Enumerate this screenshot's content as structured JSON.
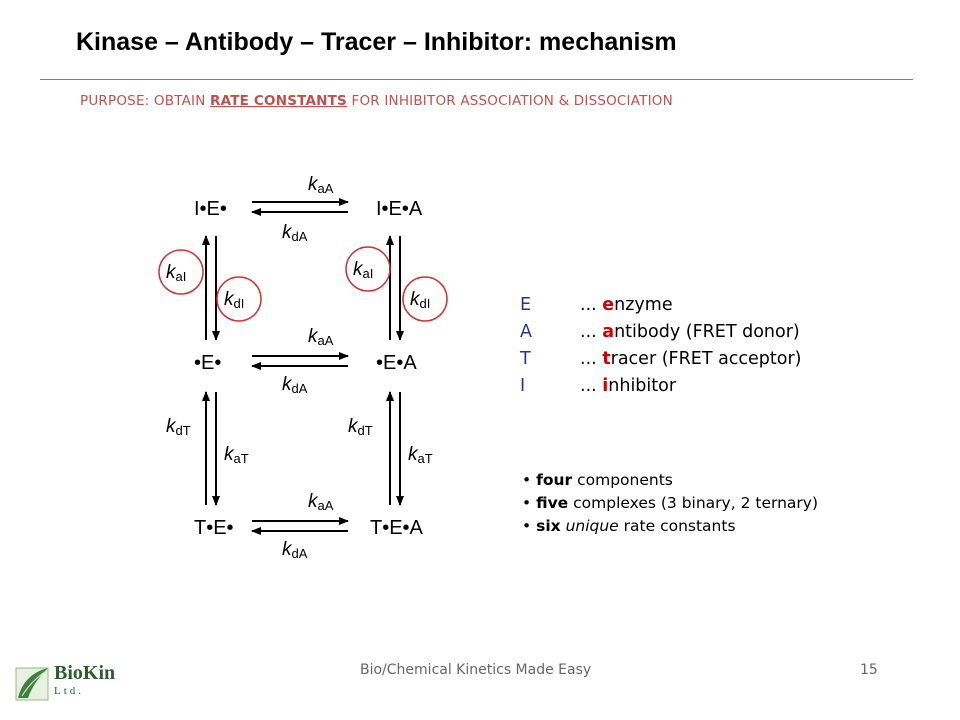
{
  "title": "Kinase – Antibody – Tracer – Inhibitor: mechanism",
  "purpose": {
    "prefix": "PURPOSE: OBTAIN ",
    "highlight": "RATE CONSTANTS",
    "suffix": " FOR INHIBITOR ASSOCIATION & DISSOCIATION"
  },
  "scheme": {
    "species": {
      "IE": "I•E•",
      "IEA": "I•E•A",
      "E": "•E•",
      "EA": "•E•A",
      "TE": "T•E•",
      "TEA": "T•E•A"
    },
    "constants": {
      "kaA": {
        "k": "k",
        "sub": "aA"
      },
      "kdA": {
        "k": "k",
        "sub": "dA"
      },
      "kaI": {
        "k": "k",
        "sub": "aI"
      },
      "kdI": {
        "k": "k",
        "sub": "dI"
      },
      "kdT": {
        "k": "k",
        "sub": "dT"
      },
      "kaT": {
        "k": "k",
        "sub": "aT"
      }
    },
    "highlight_color": "#cc3333"
  },
  "legend": [
    {
      "symbol": "E",
      "dots": "... ",
      "initial": "e",
      "rest": "nzyme"
    },
    {
      "symbol": "A",
      "dots": "... ",
      "initial": "a",
      "rest": "ntibody (FRET donor)"
    },
    {
      "symbol": "T",
      "dots": "... ",
      "initial": "t",
      "rest": "racer (FRET acceptor)"
    },
    {
      "symbol": "I",
      "dots": "... ",
      "initial": "i",
      "rest": "nhibitor"
    }
  ],
  "bullets": [
    {
      "bold": "four",
      "italic": "",
      "rest": " components"
    },
    {
      "bold": "five",
      "italic": "",
      "rest": " complexes (3 binary, 2 ternary)"
    },
    {
      "bold": "six",
      "italic": " unique",
      "rest": " rate constants"
    }
  ],
  "bullet_char": "•",
  "footer": "Bio/Chemical Kinetics Made Easy",
  "page_number": "15",
  "logo": {
    "name": "BioKin",
    "ltd": "Ltd."
  }
}
